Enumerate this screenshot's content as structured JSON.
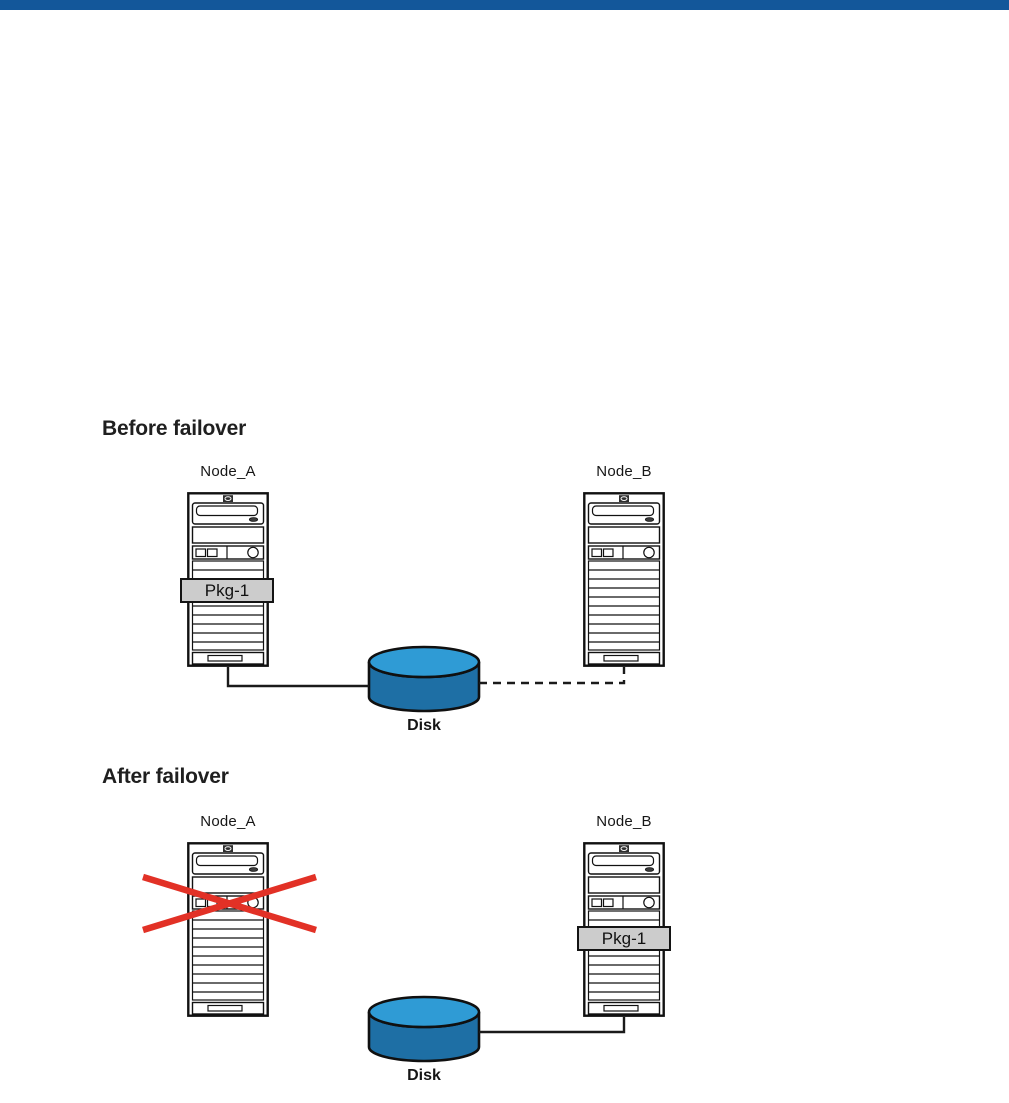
{
  "page": {
    "type": "failover-diagram-figure"
  },
  "colors": {
    "topbar_blue": "#13579a",
    "disk_top": "#2f9bd5",
    "disk_body": "#1e6fa5",
    "package_fill": "#cccccc",
    "failure_red": "#e23126",
    "line_black": "#1a1a1a"
  },
  "sections": {
    "before": {
      "title": "Before failover",
      "node_a_label": "Node_A",
      "node_b_label": "Node_B",
      "package_label": "Pkg-1",
      "disk_label": "Disk",
      "package_location": "node_a",
      "node_a_link_style": "solid",
      "node_b_link_style": "dashed"
    },
    "after": {
      "title": "After failover",
      "node_a_label": "Node_A",
      "node_b_label": "Node_B",
      "package_label": "Pkg-1",
      "disk_label": "Disk",
      "package_location": "node_b",
      "node_a_status": "failed",
      "node_b_link_style": "solid"
    }
  }
}
